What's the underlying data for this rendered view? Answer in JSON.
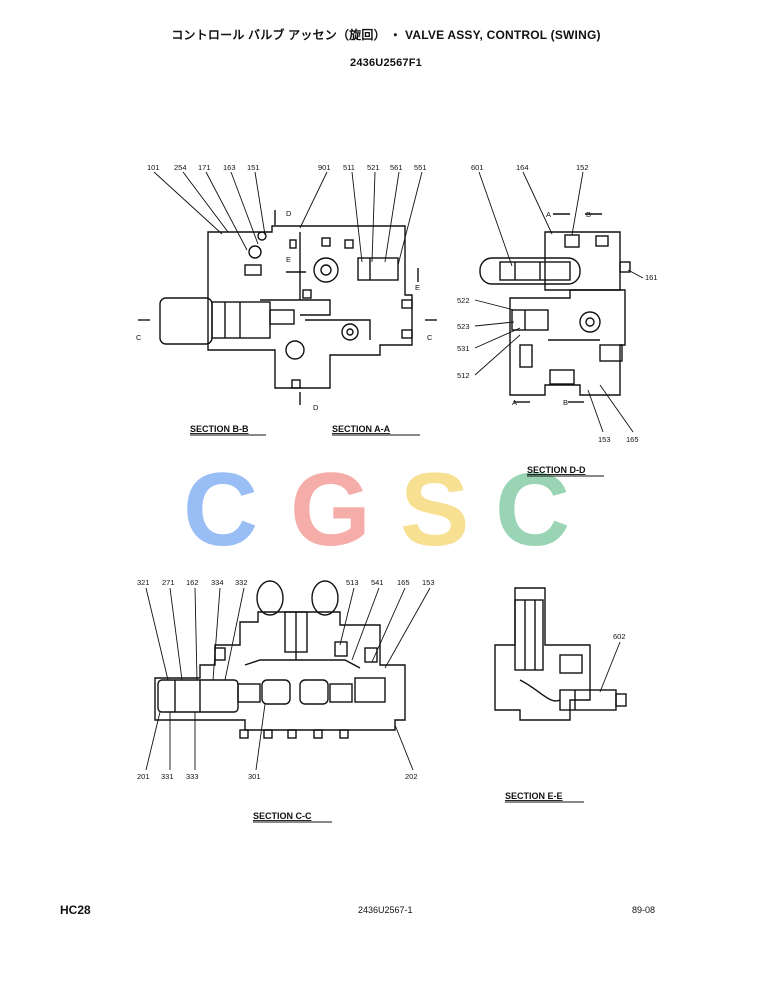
{
  "header": {
    "title": "コントロール バルブ アッセン（旋回） ・ VALVE ASSY, CONTROL (SWING)",
    "part_number": "2436U2567F1"
  },
  "sections": {
    "bb": "SECTION B-B",
    "aa": "SECTION A-A",
    "dd": "SECTION D-D",
    "cc": "SECTION C-C",
    "ee": "SECTION E-E"
  },
  "view_markers": {
    "d": "D",
    "e": "E",
    "c": "C",
    "a": "A",
    "b": "B"
  },
  "callouts_top_left": [
    "101",
    "254",
    "171",
    "163",
    "151",
    "901",
    "511",
    "521",
    "561",
    "551"
  ],
  "callouts_top_right": [
    "601",
    "164",
    "152",
    "161",
    "522",
    "523",
    "531",
    "512",
    "153",
    "165"
  ],
  "callouts_bottom_left_top": [
    "321",
    "271",
    "162",
    "334",
    "332",
    "513",
    "541",
    "165",
    "153"
  ],
  "callouts_bottom_left_bottom": [
    "201",
    "331",
    "333",
    "301",
    "202"
  ],
  "callouts_bottom_right": [
    "602"
  ],
  "watermark": {
    "letters": [
      "C",
      "G",
      "S",
      "C"
    ],
    "colors": [
      "#8fb8f5",
      "#f5a5a0",
      "#f7dd86",
      "#8fd0ad"
    ]
  },
  "footer": {
    "left": "HC28",
    "center": "2436U2567-1",
    "right": "89-08"
  }
}
